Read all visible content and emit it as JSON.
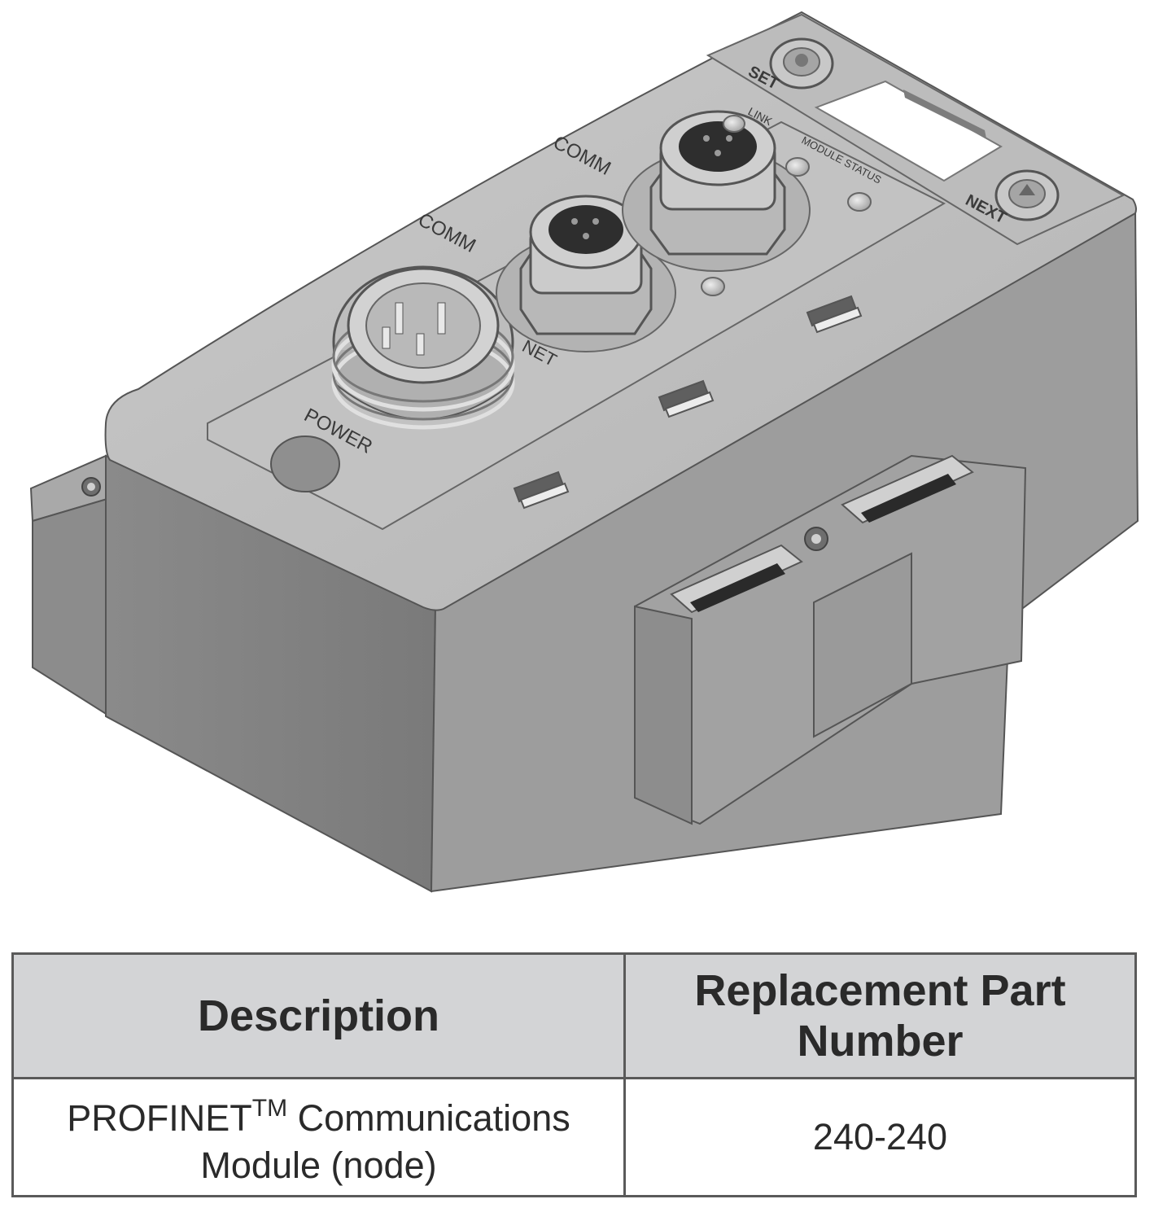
{
  "device": {
    "labels": {
      "comm_1": "COMM",
      "comm_2": "COMM",
      "power": "POWER",
      "set": "SET",
      "next": "NEXT",
      "link": "LINK",
      "module_status": "MODULE STATUS",
      "net_partial": "NET"
    }
  },
  "table": {
    "headers": {
      "description": "Description",
      "part_number": "Replacement Part Number"
    },
    "rows": [
      {
        "description": "PROFINET",
        "trademark": "TM",
        "description_rest": " Communications Module (node)",
        "part_number": "240-240"
      }
    ]
  }
}
